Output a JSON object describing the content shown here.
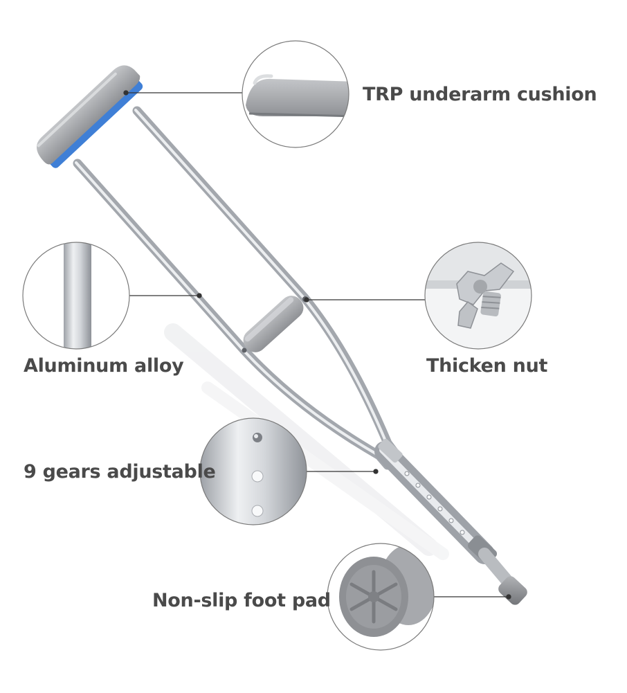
{
  "callouts": [
    {
      "id": "cushion",
      "label": "TRP underarm cushion"
    },
    {
      "id": "alloy",
      "label": "Aluminum alloy"
    },
    {
      "id": "nut",
      "label": "Thicken nut"
    },
    {
      "id": "gears",
      "label": "9 gears adjustable"
    },
    {
      "id": "foot",
      "label": "Non-slip foot pad"
    }
  ],
  "colors": {
    "label_text": "#4a4a4a",
    "leader_line": "#333333",
    "circle_border": "#7a7a7a",
    "aluminum": "#c9ccd1",
    "cushion_grey": "#a9abae",
    "cushion_blue": "#3f7fd6",
    "rubber_grey": "#8e9094"
  }
}
